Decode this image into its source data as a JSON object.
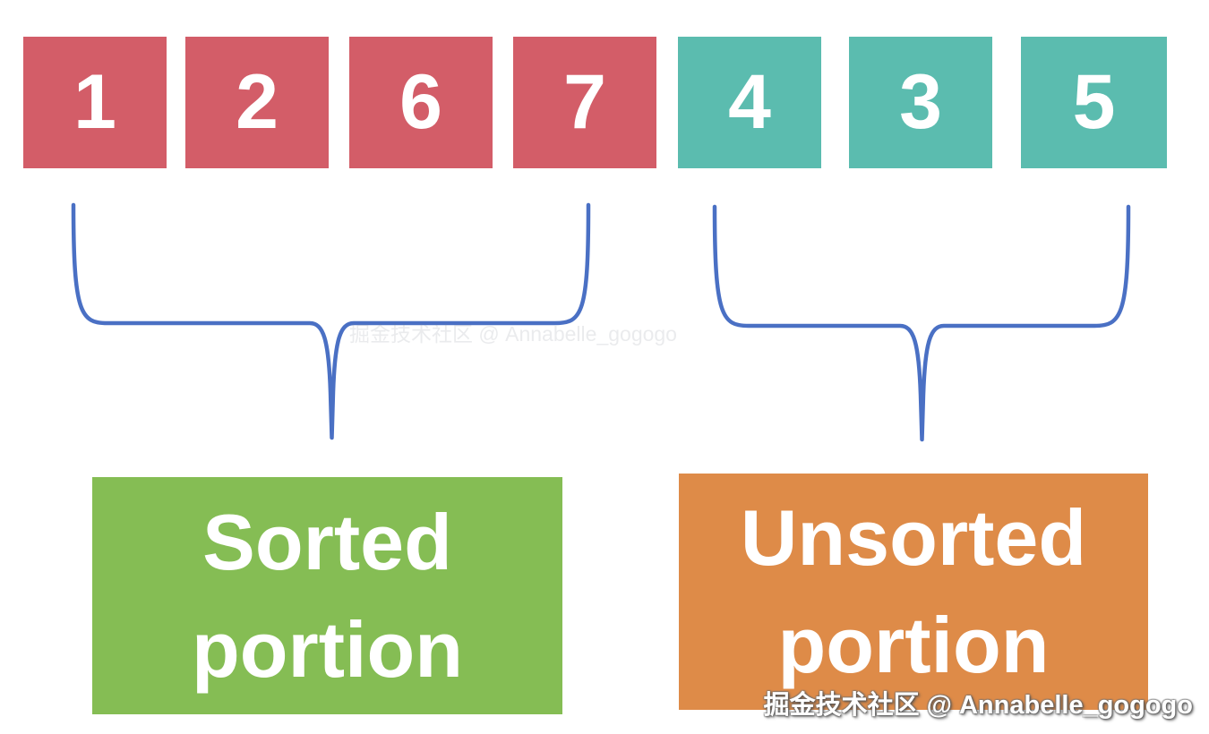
{
  "cells": [
    {
      "value": "1",
      "group": "sorted"
    },
    {
      "value": "2",
      "group": "sorted"
    },
    {
      "value": "6",
      "group": "sorted"
    },
    {
      "value": "7",
      "group": "sorted"
    },
    {
      "value": "4",
      "group": "unsorted"
    },
    {
      "value": "3",
      "group": "unsorted"
    },
    {
      "value": "5",
      "group": "unsorted"
    }
  ],
  "labels": {
    "sorted": "Sorted portion",
    "unsorted": "Unsorted portion"
  },
  "watermark": {
    "text": "掘金技术社区 @ Annabelle_gogogo"
  },
  "colors": {
    "sorted_cell": "#d35d68",
    "unsorted_cell": "#5bbcaf",
    "sorted_label_bg": "#85bd54",
    "unsorted_label_bg": "#de8b48",
    "brace": "#4a70c4",
    "text": "#ffffff"
  }
}
